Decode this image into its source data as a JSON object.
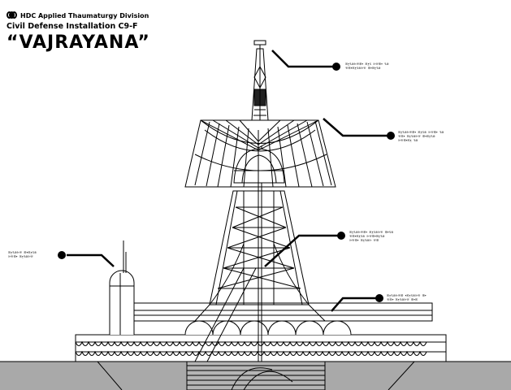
{
  "header": {
    "logo_icon": "triple-arc-logo-icon",
    "division": "HDC Applied Thaumaturgy Division",
    "installation": "Civil Defense Installation C9-F",
    "codename": "“VAJRAYANA”"
  },
  "callouts": [
    {
      "id": "antenna",
      "lines": [
        "ꕤꔸꕦꕕꔻꕢꕥꔷ ꕤꔸꕦ ꔻꕢꕥꔷ ꕦꕕ",
        "ꕢꕥꔷꕤꔸꕦꕕꔻꕢ ꕥꔷꕤꔸꕦꕕ"
      ]
    },
    {
      "id": "dish",
      "lines": [
        "ꕤꔸꕦꕕꔻꕢꕥꔷ ꕤꔸꕦꕕ ꔻꕢꕥꔷ ꕦꕕ",
        "ꕢꕥꔷ ꕤꔸꕦꕕꔻꕢ ꕥꔷꕤꔸꕦꕕ",
        "ꔻꕢꕥꔷꕤꔸ ꕦꕕ"
      ]
    },
    {
      "id": "tower",
      "lines": [
        "ꕤꔸꕦꕕꔻꕢꕥꔷ ꕤꔸꕦꕕꔻꕢ ꕥꔷꕦꕕ",
        "ꕢꕥꔷꕤꔸꕦꕕ ꔻꕢꕥꔷꕤꔸꕦꕕ",
        "ꔻꕢꕥꔷ ꕤꔸꕦꕕꔻ ꕢꕥ"
      ]
    },
    {
      "id": "base",
      "lines": [
        "ꕤꔸꕦꕕꔻꕢꕥ ꔷꕤꔸꕦꕕꔻꕢ ꕥꔷ",
        "ꕢꕥꔷ ꕤꔸꕦꕕꔻꕢ ꕥꔷꕤ"
      ]
    },
    {
      "id": "silo",
      "lines": [
        "ꕤꔸꕦꕕꔻꕢ ꕥꔷꕤꔸꕦꕕ",
        "ꔻꕢꕥꔷ ꕤꔸꕦꕕꔻꕢ"
      ]
    }
  ],
  "colors": {
    "line": "#000000",
    "ground": "#a9a9a9",
    "background": "#ffffff"
  }
}
